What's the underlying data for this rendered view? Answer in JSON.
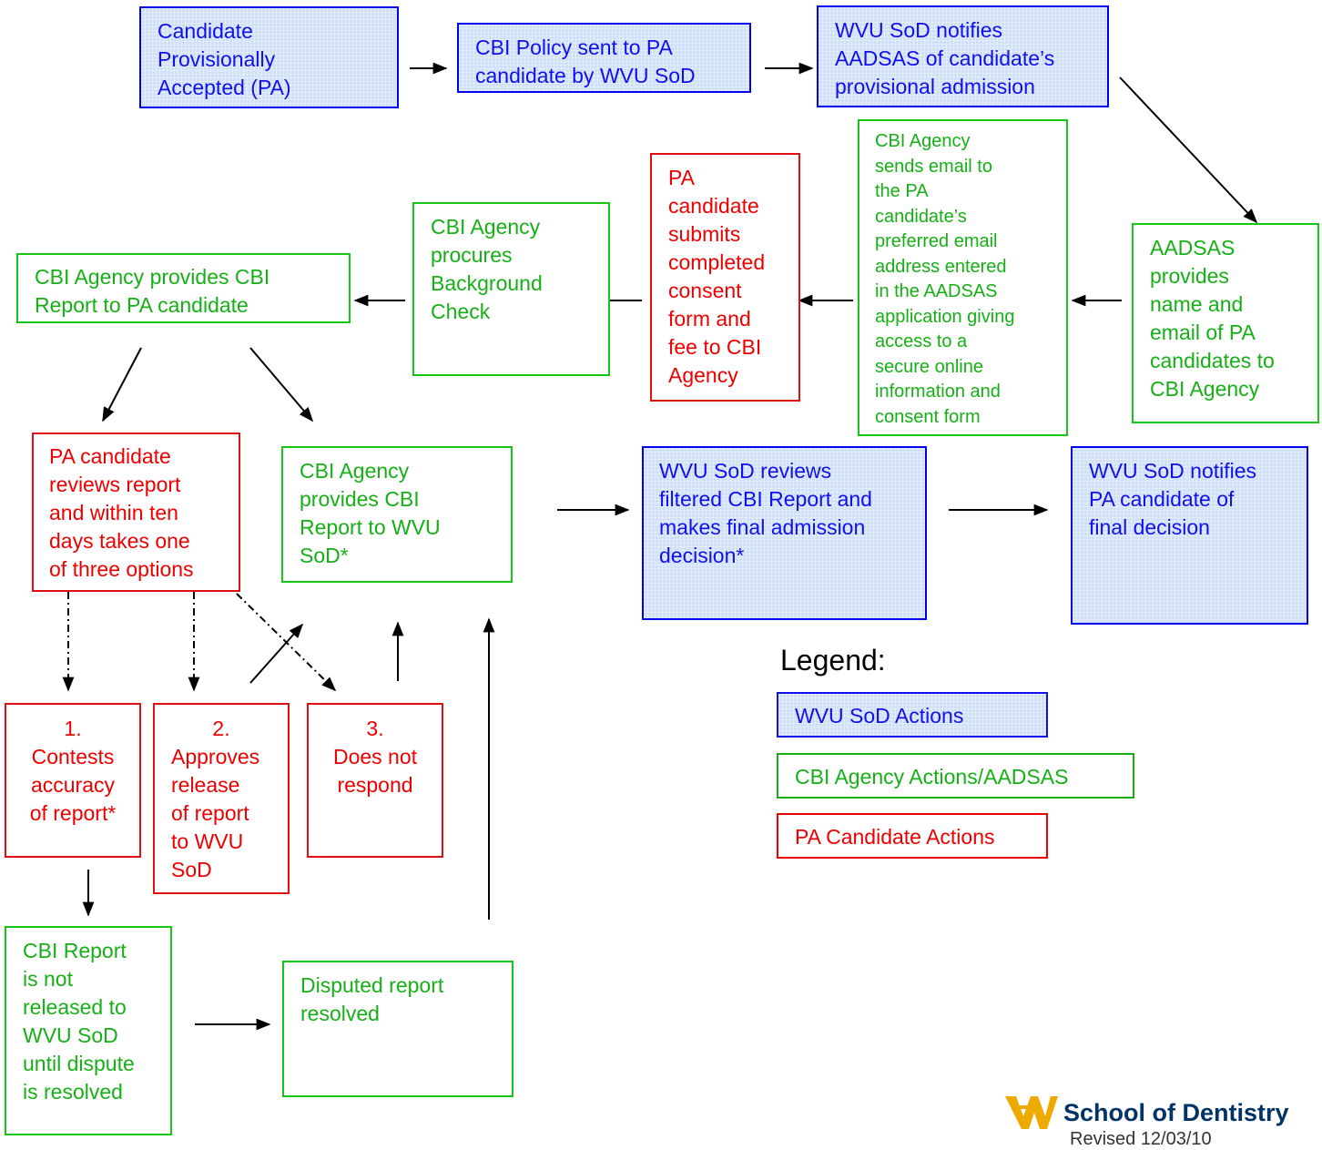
{
  "boxes": {
    "provisionally_accepted": [
      "Candidate",
      "Provisionally",
      "Accepted (PA)"
    ],
    "policy_sent": [
      "CBI Policy sent to PA",
      "candidate by WVU SoD"
    ],
    "notifies_aadsas": [
      "WVU SoD notifies",
      "AADSAS of candidate’s",
      "provisional admission"
    ],
    "aadsas_provides": [
      "AADSAS",
      "provides",
      "name and",
      "email of PA",
      "candidates to",
      "CBI Agency"
    ],
    "agency_sends_email": [
      "CBI Agency",
      "sends email to",
      "the PA",
      "candidate’s",
      "preferred email",
      "address entered",
      "in the AADSAS",
      "application giving",
      "access to a",
      "secure online",
      "information and",
      "consent form"
    ],
    "candidate_submits": [
      "PA",
      "candidate",
      "submits",
      "completed",
      "consent",
      "form and",
      "fee to CBI",
      "Agency"
    ],
    "agency_procures": [
      "CBI Agency",
      "procures",
      "Background",
      "Check"
    ],
    "agency_provides_pa": [
      "CBI Agency provides CBI",
      "Report to PA candidate"
    ],
    "candidate_reviews": [
      "PA candidate",
      "reviews report",
      "and within ten",
      "days takes one",
      "of three options"
    ],
    "agency_provides_sod": [
      "CBI Agency",
      "provides CBI",
      "Report to WVU",
      "SoD*"
    ],
    "sod_reviews": [
      "WVU SoD reviews",
      "filtered CBI Report and",
      "makes final admission",
      "decision*"
    ],
    "sod_notifies_final": [
      "WVU SoD notifies",
      "PA candidate of",
      "final decision"
    ],
    "option_contests": [
      "1.",
      "Contests",
      "accuracy",
      "of report*"
    ],
    "option_approves": [
      "2.",
      "Approves",
      "release",
      "of report",
      "to WVU",
      "SoD"
    ],
    "option_no_response": [
      "3.",
      "Does not",
      "respond"
    ],
    "not_released": [
      "CBI Report",
      "is not",
      "released to",
      "WVU SoD",
      "until dispute",
      "is resolved"
    ],
    "dispute_resolved": [
      "Disputed report",
      "resolved"
    ]
  },
  "legend": {
    "title": "Legend:",
    "blue": "WVU SoD Actions",
    "green": "CBI Agency Actions/AADSAS",
    "red": "PA Candidate Actions"
  },
  "colors": {
    "blue": "#0000ee",
    "green": "#16c816",
    "red": "#e01010"
  },
  "footer": {
    "logo_text": "School of Dentistry",
    "revised": "Revised 12/03/10"
  }
}
